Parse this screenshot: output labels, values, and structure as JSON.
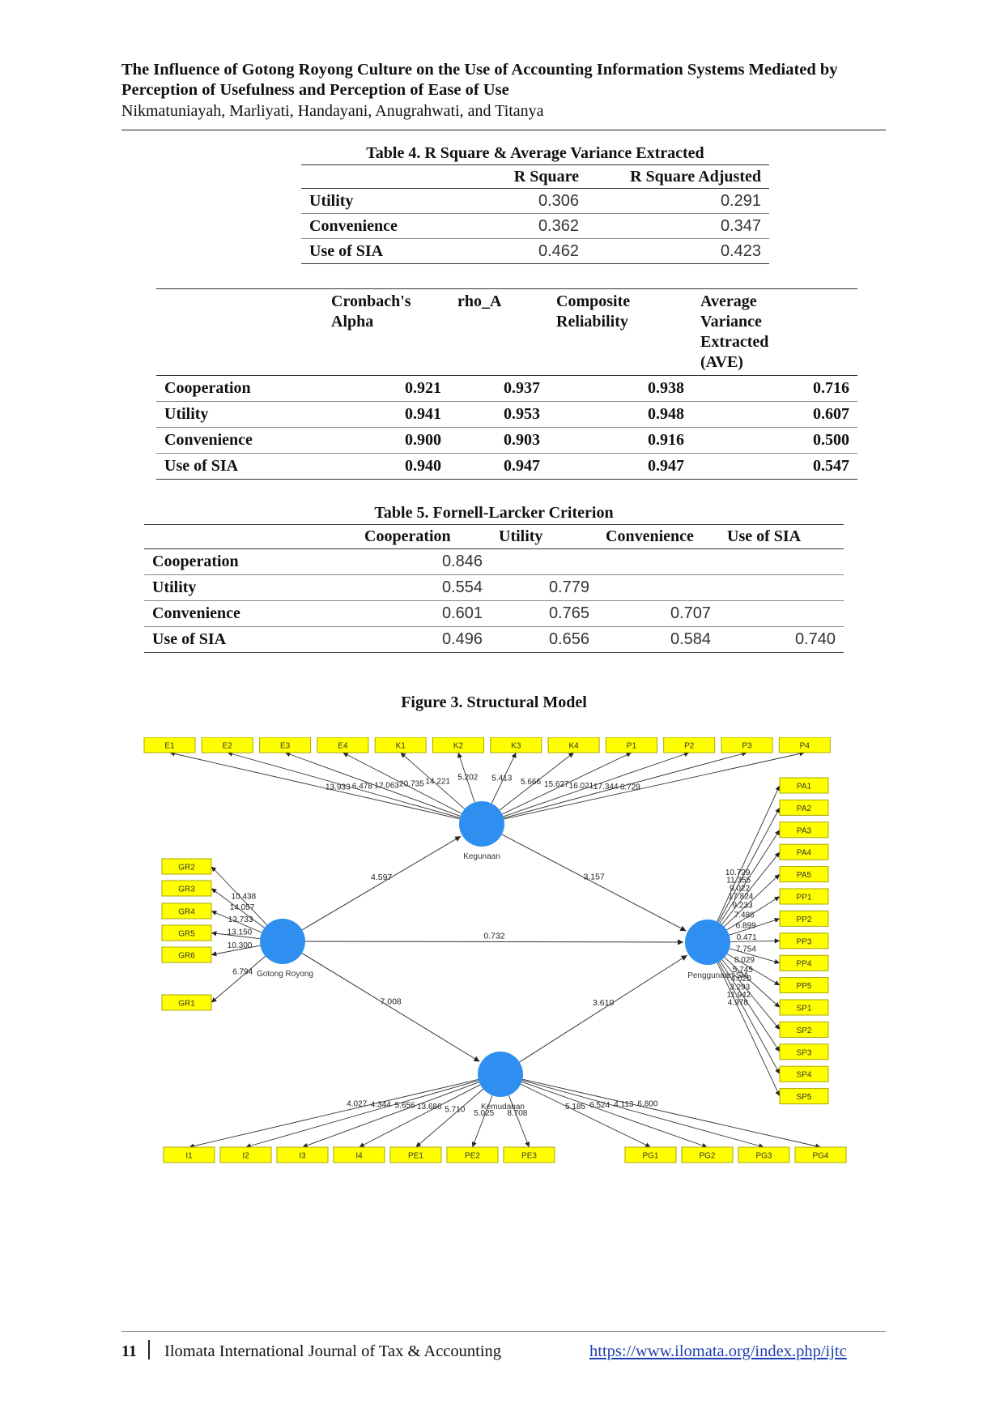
{
  "header": {
    "title": "The Influence of Gotong Royong Culture on the Use of Accounting Information Systems Mediated by Perception of Usefulness and Perception of Ease of Use",
    "authors": "Nikmatuniayah, Marliyati, Handayani, Anugrahwati, and Titanya"
  },
  "table4": {
    "caption": "Table 4. R Square & Average Variance Extracted",
    "headers": [
      "",
      "R Square",
      "R Square Adjusted"
    ],
    "rows": [
      {
        "label": "Utility",
        "r2": "0.306",
        "r2adj": "0.291"
      },
      {
        "label": "Convenience",
        "r2": "0.362",
        "r2adj": "0.347"
      },
      {
        "label": "Use of SIA",
        "r2": "0.462",
        "r2adj": "0.423"
      }
    ]
  },
  "reliability": {
    "headers": [
      "",
      "Cronbach's Alpha",
      "rho_A",
      "Composite Reliability",
      "Average Variance Extracted (AVE)"
    ],
    "rows": [
      {
        "label": "Cooperation",
        "alpha": "0.921",
        "rho": "0.937",
        "cr": "0.938",
        "ave": "0.716"
      },
      {
        "label": "Utility",
        "alpha": "0.941",
        "rho": "0.953",
        "cr": "0.948",
        "ave": "0.607"
      },
      {
        "label": "Convenience",
        "alpha": "0.900",
        "rho": "0.903",
        "cr": "0.916",
        "ave": "0.500"
      },
      {
        "label": "Use of SIA",
        "alpha": "0.940",
        "rho": "0.947",
        "cr": "0.947",
        "ave": "0.547"
      }
    ]
  },
  "table5": {
    "caption": "Table 5. Fornell-Larcker Criterion",
    "headers": [
      "",
      "Cooperation",
      "Utility",
      "Convenience",
      "Use of SIA"
    ],
    "rows": [
      {
        "label": "Cooperation",
        "values": [
          "0.846",
          "",
          "",
          ""
        ]
      },
      {
        "label": "Utility",
        "values": [
          "0.554",
          "0.779",
          "",
          ""
        ]
      },
      {
        "label": "Convenience",
        "values": [
          "0.601",
          "0.765",
          "0.707",
          ""
        ]
      },
      {
        "label": "Use of SIA",
        "values": [
          "0.496",
          "0.656",
          "0.584",
          "0.740"
        ]
      }
    ]
  },
  "figure": {
    "caption": "Figure 3. Structural Model",
    "colors": {
      "construct": "#2f8ff0",
      "indicator": "#ffff00",
      "indicator_border": "#a8a800"
    },
    "constructs": {
      "kegunaan": "Kegunaan",
      "gotong": "Gotong Royong",
      "penggunaan": "Penggunaan SIA",
      "kemudahan": "Kemudahan"
    },
    "paths": [
      {
        "from": "gotong",
        "to": "kegunaan",
        "value": "4.597"
      },
      {
        "from": "kegunaan",
        "to": "penggunaan",
        "value": "3.157"
      },
      {
        "from": "gotong",
        "to": "penggunaan",
        "value": "0.732"
      },
      {
        "from": "gotong",
        "to": "kemudahan",
        "value": "7.008"
      },
      {
        "from": "kemudahan",
        "to": "penggunaan",
        "value": "3.610"
      }
    ],
    "indicators": {
      "kegunaan": [
        {
          "label": "E1",
          "value": "13.933"
        },
        {
          "label": "E2",
          "value": "6.478"
        },
        {
          "label": "E3",
          "value": "12.063"
        },
        {
          "label": "E4",
          "value": "20.735"
        },
        {
          "label": "K1",
          "value": "14.221"
        },
        {
          "label": "K2",
          "value": "5.202"
        },
        {
          "label": "K3",
          "value": "5.413"
        },
        {
          "label": "K4",
          "value": "5.666"
        },
        {
          "label": "P1",
          "value": "15.627"
        },
        {
          "label": "P2",
          "value": "16.021"
        },
        {
          "label": "P3",
          "value": "17.344"
        },
        {
          "label": "P4",
          "value": "6.729"
        }
      ],
      "gotong": [
        {
          "label": "GR2",
          "value": "10.438"
        },
        {
          "label": "GR3",
          "value": "14.057"
        },
        {
          "label": "GR4",
          "value": "13.733"
        },
        {
          "label": "GR5",
          "value": "13.150"
        },
        {
          "label": "GR6",
          "value": "10.300"
        },
        {
          "label": "GR1",
          "value": "6.794"
        }
      ],
      "penggunaan": [
        {
          "label": "PA1",
          "value": "10.729"
        },
        {
          "label": "PA2",
          "value": "11.355"
        },
        {
          "label": "PA3",
          "value": "9.022"
        },
        {
          "label": "PA4",
          "value": "17.824"
        },
        {
          "label": "PA5",
          "value": "9.233"
        },
        {
          "label": "PP1",
          "value": "7.486"
        },
        {
          "label": "PP2",
          "value": "6.899"
        },
        {
          "label": "PP3",
          "value": "0.471"
        },
        {
          "label": "PP4",
          "value": "7.754"
        },
        {
          "label": "PP5",
          "value": "8.029"
        },
        {
          "label": "SP1",
          "value": "5.745"
        },
        {
          "label": "SP2",
          "value": "4.020"
        },
        {
          "label": "SP3",
          "value": "3.293"
        },
        {
          "label": "SP4",
          "value": "11.942"
        },
        {
          "label": "SP5",
          "value": "4.978"
        }
      ],
      "kemudahan": [
        {
          "label": "I1",
          "value": "4.027"
        },
        {
          "label": "I2",
          "value": "4.344"
        },
        {
          "label": "I3",
          "value": "5.656"
        },
        {
          "label": "I4",
          "value": "13.686"
        },
        {
          "label": "PE1",
          "value": "5.710"
        },
        {
          "label": "PE2",
          "value": "5.025"
        },
        {
          "label": "PE3",
          "value": "8.708"
        },
        {
          "label": "PG1",
          "value": "5.185"
        },
        {
          "label": "PG2",
          "value": "6.524"
        },
        {
          "label": "PG3",
          "value": "4.113"
        },
        {
          "label": "PG4",
          "value": "6.800"
        }
      ]
    }
  },
  "footer": {
    "page": "11",
    "journal": "Ilomata International Journal of Tax & Accounting",
    "url": "https://www.ilomata.org/index.php/ijtc"
  }
}
